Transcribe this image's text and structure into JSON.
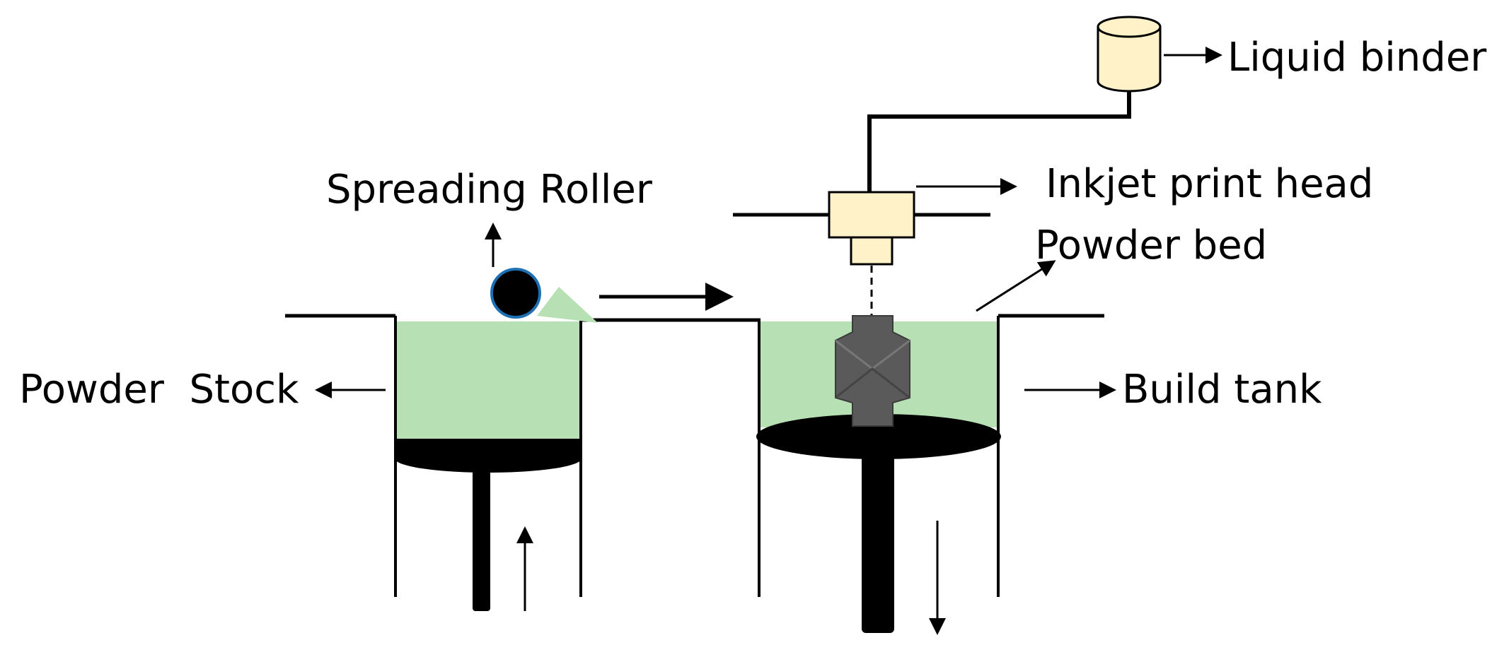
{
  "labels": {
    "liquid_binder": "Liquid binder",
    "inkjet_print_head": "Inkjet print head",
    "spreading_roller": "Spreading Roller",
    "powder_bed": "Powder bed",
    "powder_stock": "Powder  Stock",
    "build_tank": "Build tank"
  },
  "colors": {
    "powder": "#b7e1b4",
    "binder_and_head": "#fff2c8",
    "platform": "#000000",
    "part": "#5a5a5a",
    "line": "#000000"
  }
}
